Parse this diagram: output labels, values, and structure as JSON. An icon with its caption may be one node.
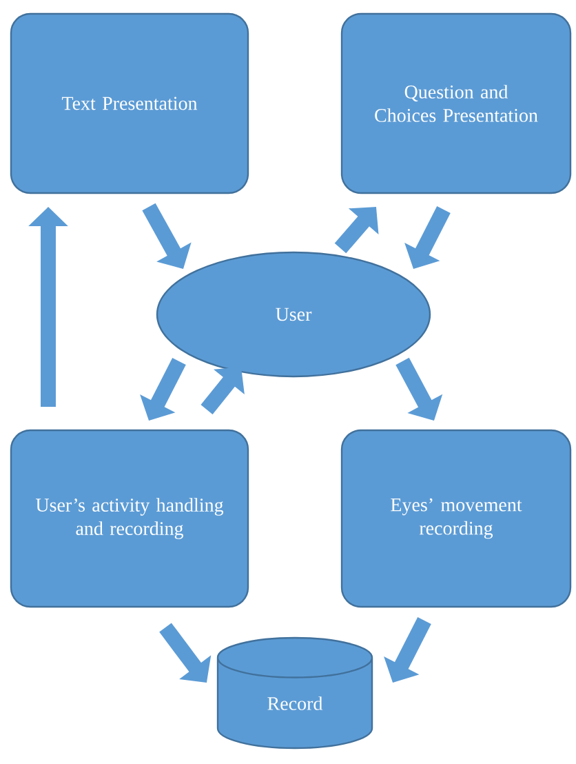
{
  "diagram": {
    "nodes": [
      {
        "text": [
          "Text Presentation"
        ]
      },
      {
        "text": [
          "Question and Choices Presentation"
        ]
      },
      {
        "text": [
          "User"
        ]
      },
      {
        "text": [
          "User’s activity handling and recording"
        ]
      },
      {
        "text": [
          "Eyes’ movement recording"
        ]
      },
      {
        "text": [
          "Record"
        ]
      }
    ],
    "edges": [
      {
        "from": 0,
        "to": 2,
        "arrow": "to"
      },
      {
        "from": 2,
        "to": 1,
        "arrow": "to"
      },
      {
        "from": 1,
        "to": 2,
        "arrow": "to"
      },
      {
        "from": 2,
        "to": 3,
        "arrow": "to"
      },
      {
        "from": 3,
        "to": 2,
        "arrow": "to"
      },
      {
        "from": 3,
        "to": 0,
        "arrow": "to"
      },
      {
        "from": 2,
        "to": 4,
        "arrow": "to"
      },
      {
        "from": 3,
        "to": 5,
        "arrow": "to"
      },
      {
        "from": 4,
        "to": 5,
        "arrow": "to"
      }
    ]
  }
}
